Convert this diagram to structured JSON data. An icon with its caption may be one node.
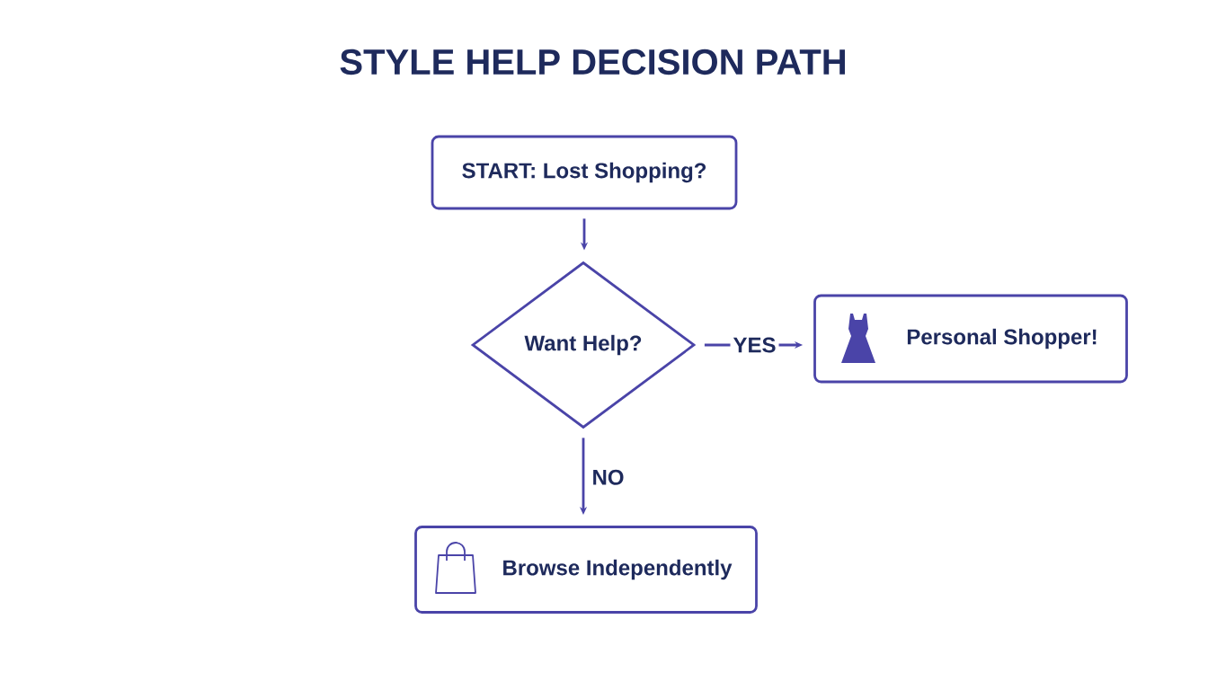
{
  "diagram": {
    "title": "STYLE HELP DECISION PATH",
    "nodes": [
      {
        "text": [
          "START: Lost Shopping?"
        ]
      },
      {
        "text": [
          "Want Help?"
        ]
      },
      {
        "text": [
          "Personal Shopper!"
        ]
      },
      {
        "text": [
          "Browse Independently"
        ]
      }
    ],
    "edges": [
      {
        "from": 0,
        "to": 1,
        "arrow": "to"
      },
      {
        "from": 1,
        "to": 2,
        "arrow": "to",
        "label": "YES"
      },
      {
        "from": 1,
        "to": 3,
        "arrow": "to",
        "label": "NO"
      }
    ]
  }
}
